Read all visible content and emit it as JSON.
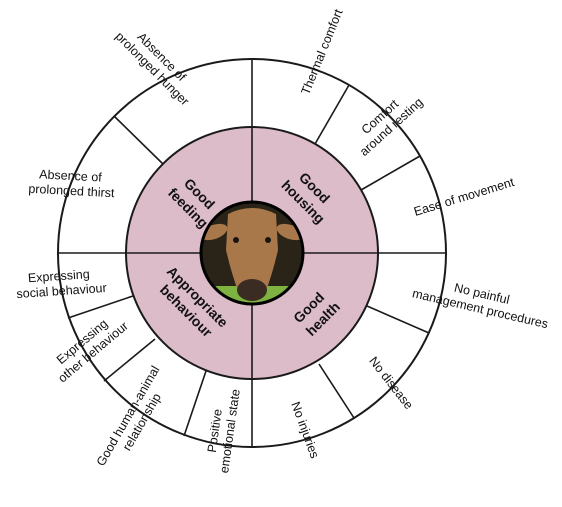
{
  "colors": {
    "inner_fill": "#dcbcc9",
    "stroke": "#1a1a1a",
    "background": "#ffffff",
    "photo_bg": "#2a2418",
    "cow_fur": "#a8784a",
    "grass": "#7fb341"
  },
  "center": {
    "image": "cow-face-photo"
  },
  "categories": [
    {
      "id": "feeding",
      "lines": [
        "Good",
        "feeding"
      ]
    },
    {
      "id": "housing",
      "lines": [
        "Good",
        "housing"
      ]
    },
    {
      "id": "health",
      "lines": [
        "Good",
        "health"
      ]
    },
    {
      "id": "behaviour",
      "lines": [
        "Appropriate",
        "behaviour"
      ]
    }
  ],
  "criteria": [
    {
      "id": "absence-of-prolonged-hunger",
      "lines": [
        "Absence of",
        "prolonged hunger"
      ]
    },
    {
      "id": "absence-of-prolonged-thirst",
      "lines": [
        "Absence of",
        "prolonged thirst"
      ]
    },
    {
      "id": "thermal-comfort",
      "lines": [
        "Thermal comfort"
      ]
    },
    {
      "id": "comfort-around-resting",
      "lines": [
        "Comfort",
        "around resting"
      ]
    },
    {
      "id": "ease-of-movement",
      "lines": [
        "Ease of movement"
      ]
    },
    {
      "id": "no-painful-management-procedures",
      "lines": [
        "No painful",
        "management procedures"
      ]
    },
    {
      "id": "no-disease",
      "lines": [
        "No disease"
      ]
    },
    {
      "id": "no-injuries",
      "lines": [
        "No injuries"
      ]
    },
    {
      "id": "positive-emotional-state",
      "lines": [
        "Positive",
        "emotional state"
      ]
    },
    {
      "id": "good-human-animal-relationship",
      "lines": [
        "Good human-animal",
        "relationship"
      ]
    },
    {
      "id": "expressing-other-behaviour",
      "lines": [
        "Expressing",
        "other behaviour"
      ]
    },
    {
      "id": "expressing-social-behaviour",
      "lines": [
        "Expressing",
        "social behaviour"
      ]
    }
  ]
}
